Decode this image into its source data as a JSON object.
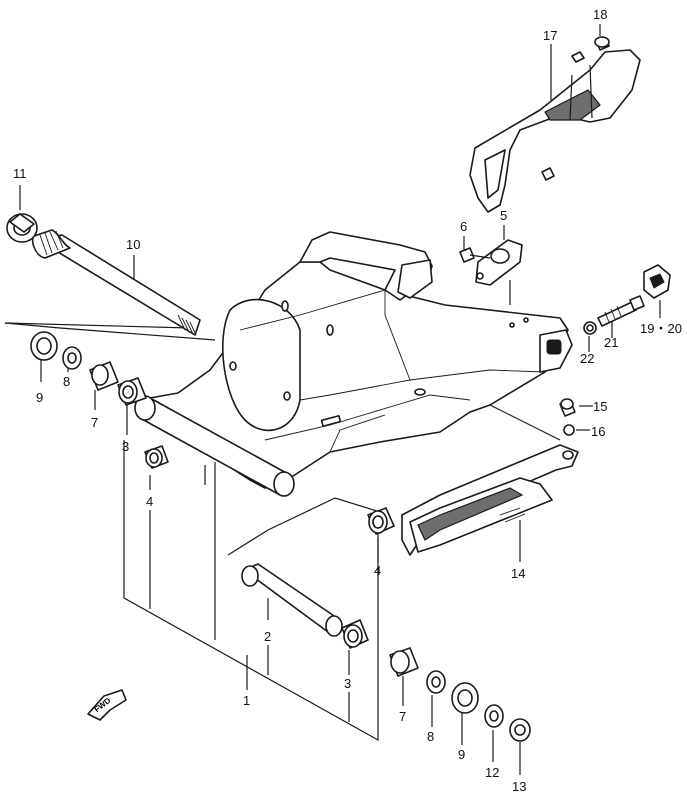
{
  "diagram": {
    "fwd_label": "FWD",
    "callouts": {
      "c1": "1",
      "c2": "2",
      "c3a": "3",
      "c3b": "3",
      "c4a": "4",
      "c4b": "4",
      "c5": "5",
      "c6": "6",
      "c7a": "7",
      "c7b": "7",
      "c8a": "8",
      "c8b": "8",
      "c9a": "9",
      "c9b": "9",
      "c10": "10",
      "c11": "11",
      "c12": "12",
      "c13": "13",
      "c14": "14",
      "c15": "15",
      "c16": "16",
      "c17": "17",
      "c18": "18",
      "c19_20": "19・20",
      "c21": "21",
      "c22": "22"
    }
  }
}
